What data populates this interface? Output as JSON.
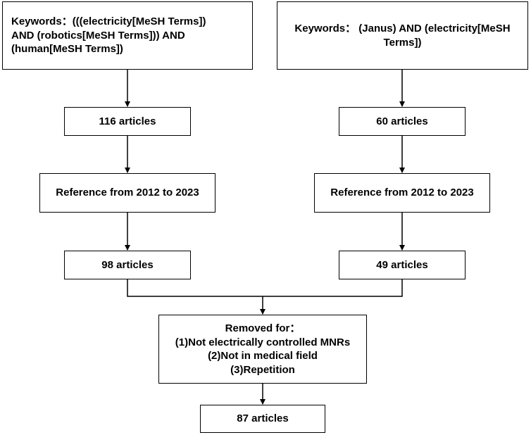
{
  "left": {
    "keywords": [
      "Keywords：(((electricity[MeSH Terms])",
      "AND (robotics[MeSH Terms])) AND",
      "(human[MeSH Terms])"
    ],
    "articles_initial": "116 articles",
    "reference": "Reference from 2012 to 2023",
    "articles_filtered": "98 articles"
  },
  "right": {
    "keywords": [
      "Keywords： (Janus) AND (electricity[MeSH",
      "Terms])"
    ],
    "articles_initial": "60 articles",
    "reference": "Reference from 2012 to 2023",
    "articles_filtered": "49 articles"
  },
  "removed": {
    "lines": [
      "Removed for：",
      "(1)Not electrically controlled MNRs",
      "(2)Not in medical field",
      "(3)Repetition"
    ]
  },
  "final": {
    "articles": "87 articles"
  }
}
